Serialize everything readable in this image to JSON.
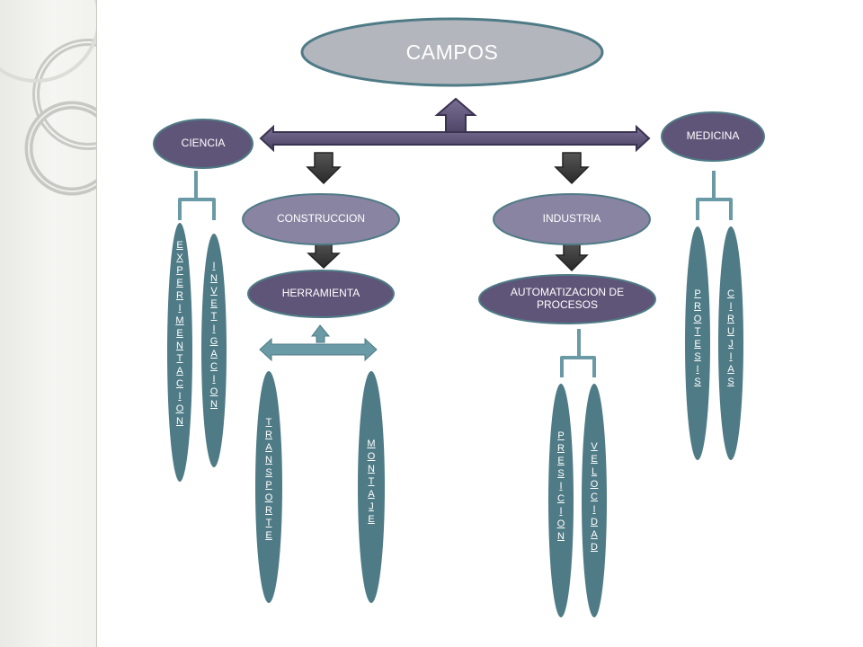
{
  "root": "CAMPOS",
  "ciencia": "CIENCIA",
  "medicina": "MEDICINA",
  "construccion": "CONSTRUCCION",
  "industria": "INDUSTRIA",
  "herramienta": "HERRAMIENTA",
  "automatizacion": "AUTOMATIZACION DE PROCESOS",
  "experimentacion": "EXPERIMENTACION",
  "invetigacion": "INVETIGACION",
  "transporte": "TRANSPORTE",
  "montaje": "MONTAJE",
  "presicion": "PRESICION",
  "velocidad": "VELOCIDAD",
  "protesis": "PROTESIS",
  "cirujias": "CIRUJIAS",
  "colors": {
    "root_fill": "#b3b7bd",
    "node_dark": "#5f5578",
    "node_mid": "#8a84a3",
    "pill": "#4f7b86",
    "arrow_dark": "#3b3b3b",
    "connector": "#6a9aa5"
  }
}
